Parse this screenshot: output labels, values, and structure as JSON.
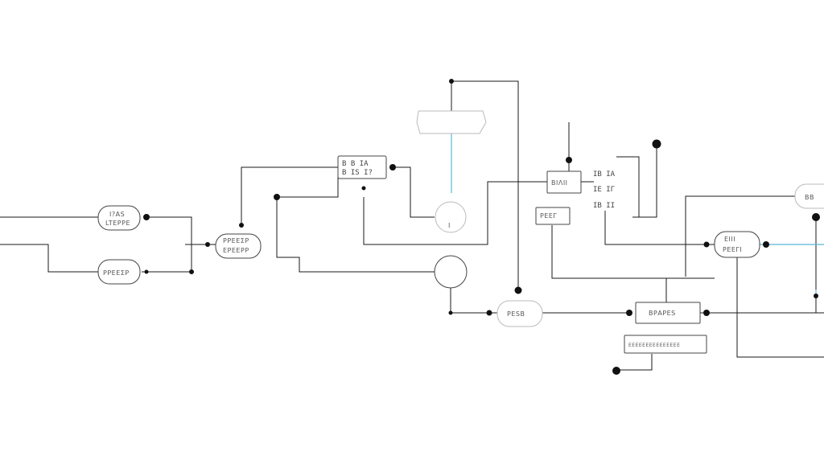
{
  "diagram": {
    "node_labels": {
      "n_left_top_line1": "Ι?ΑS",
      "n_left_top_line2": "LTΕΡΡΕ",
      "n_left_bot": "ΡΡΕΕΣΡ",
      "n_mid_left_line1": "ΡΡΕΕΣΡ",
      "n_mid_left_line2": "ΕΡΕΕΡΡ",
      "n_top_box_line1": "Β  Β  ΙΑ",
      "n_top_box_line2": "Β  ΙS  Ι?",
      "n_circle_small": "Ι",
      "n_box_right": "ΒΙΛΙΙ",
      "n_box_right_small": "ΡΕΕΓ",
      "n_grid_line1": "ΙΒ ΙΑ",
      "n_grid_line2": "ΙΕ ΙΓ",
      "n_grid_line3": "ΙΒ ΙΙ",
      "n_pill_right_line1": "ΕΙΙΙ",
      "n_pill_right_line2": "ΡΕΕΓΙ",
      "n_pill_bottom": "ΡΕSΒ",
      "n_box_bottom": "ΒΡΑΡΕS",
      "n_box_wide": "ΕΕΕΕΕΕΕΕΕΕΕΕΕΕΕ",
      "n_edge_right": "ΒΒ"
    }
  }
}
